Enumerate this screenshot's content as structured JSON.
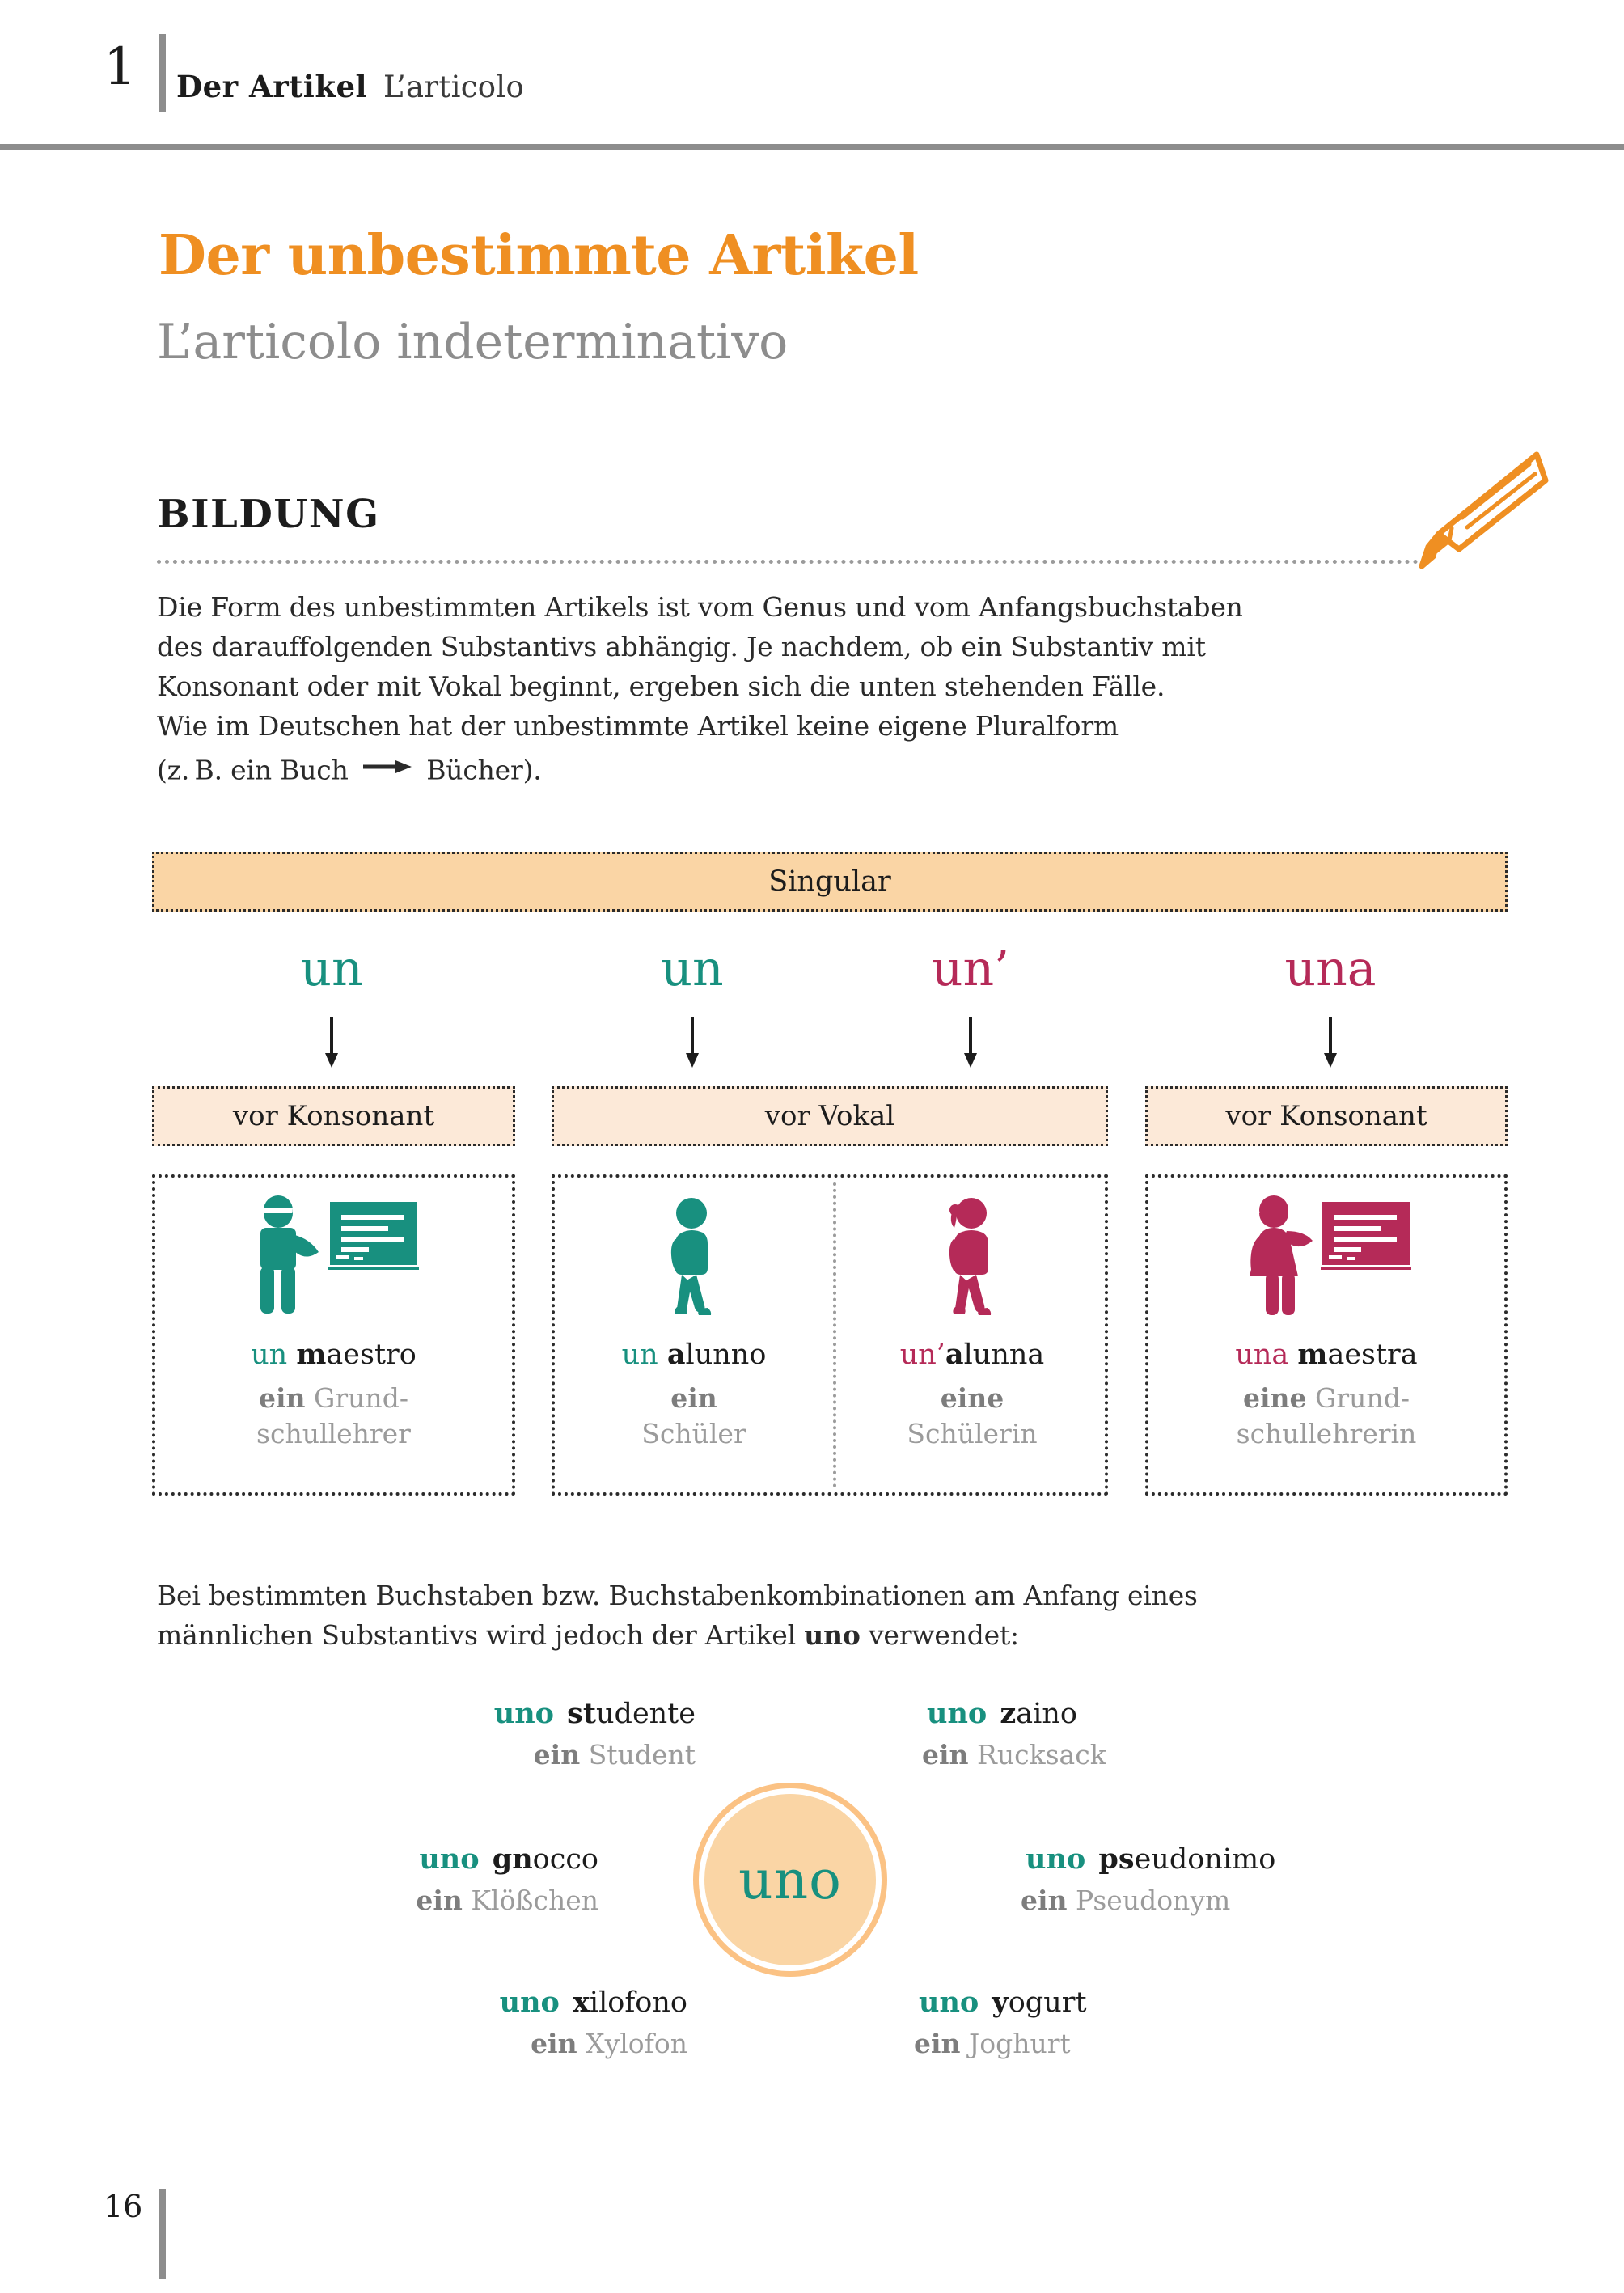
{
  "header": {
    "chapter_number": "1",
    "title_de": "Der Artikel",
    "title_it": "L’articolo"
  },
  "title": {
    "main": "Der unbestimmte Artikel",
    "sub": "L’articolo indeterminativo"
  },
  "section": {
    "heading": "BILDUNG",
    "icon": "pencil-icon",
    "paragraph_lines": [
      "Die Form des unbestimmten Artikels ist vom Genus und vom Anfangsbuchstaben",
      "des darauffolgenden Substantivs abhängig. Je nachdem, ob ein Substantiv mit",
      "Konsonant oder mit Vokal beginnt, ergeben sich die unten stehenden Fälle.",
      "Wie im Deutschen hat der unbestimmte Artikel keine eigene Pluralform"
    ],
    "paragraph_last_before_arrow": "(z. B. ein Buch",
    "paragraph_last_after_arrow": "Bücher)."
  },
  "table": {
    "banner_label": "Singular",
    "articles": [
      {
        "word": "un",
        "color": "#18907f"
      },
      {
        "word": "un",
        "color": "#18907f"
      },
      {
        "word": "un’",
        "color": "#b52a58"
      },
      {
        "word": "una",
        "color": "#b52a58"
      }
    ],
    "categories": [
      {
        "label": "vor Konsonant"
      },
      {
        "label": "vor Vokal"
      },
      {
        "label": "vor Konsonant"
      }
    ],
    "cells": [
      {
        "icon": "teacher-male-with-blackboard-icon",
        "it_article": "un",
        "it_bold": "m",
        "it_rest": "aestro",
        "de_bold": "ein",
        "de_rest_line1": "Grund-",
        "de_rest_line2": "schullehrer",
        "color": "#18907f"
      },
      {
        "icon": "pupil-male-with-backpack-icon",
        "it_article": "un",
        "it_bold": "a",
        "it_rest": "lunno",
        "de_bold": "ein",
        "de_rest_line1": "",
        "de_rest_line2": "Schüler",
        "color": "#18907f"
      },
      {
        "icon": "pupil-female-with-backpack-icon",
        "it_article": "un’",
        "it_bold": "a",
        "it_rest": "lunna",
        "de_bold": "eine",
        "de_rest_line1": "",
        "de_rest_line2": "Schülerin",
        "color": "#b52a58"
      },
      {
        "icon": "teacher-female-with-blackboard-icon",
        "it_article": "una",
        "it_bold": "m",
        "it_rest": "aestra",
        "de_bold": "eine",
        "de_rest_line1": "Grund-",
        "de_rest_line2": "schullehrerin",
        "color": "#b52a58"
      }
    ]
  },
  "uno_section": {
    "intro_line1": "Bei bestimmten Buchstaben bzw. Buchstabenkombinationen am Anfang eines",
    "intro_line2_before": "männlichen Substantivs wird jedoch der Artikel ",
    "intro_line2_bold": "uno",
    "intro_line2_after": " verwendet:",
    "center_word": "uno",
    "examples": [
      {
        "article": "uno",
        "bold": "st",
        "rest": "udente",
        "de_bold": "ein",
        "de_rest": "Student"
      },
      {
        "article": "uno",
        "bold": "z",
        "rest": "aino",
        "de_bold": "ein",
        "de_rest": "Rucksack"
      },
      {
        "article": "uno",
        "bold": "gn",
        "rest": "occo",
        "de_bold": "ein",
        "de_rest": "Klößchen"
      },
      {
        "article": "uno",
        "bold": "ps",
        "rest": "eudonimo",
        "de_bold": "ein",
        "de_rest": "Pseudonym"
      },
      {
        "article": "uno",
        "bold": "x",
        "rest": "ilofono",
        "de_bold": "ein",
        "de_rest": "Xylofon"
      },
      {
        "article": "uno",
        "bold": "y",
        "rest": "ogurt",
        "de_bold": "ein",
        "de_rest": "Joghurt"
      }
    ]
  },
  "footer": {
    "page_number": "16"
  },
  "colors": {
    "orange": "#ef8f22",
    "peach_dark": "#fad5a5",
    "peach_light": "#fce9d8",
    "teal": "#18907f",
    "teal_highlight": "#a9d7d0",
    "crimson": "#b52a58",
    "gray": "#8d8d8d"
  }
}
